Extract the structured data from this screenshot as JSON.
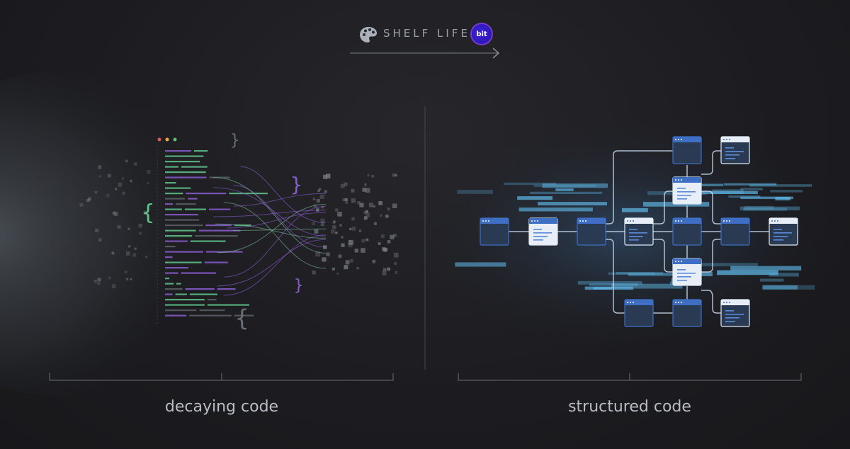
{
  "header": {
    "title": "SHELF LIFE",
    "badge": "bit",
    "icon": "palette-icon"
  },
  "left_panel": {
    "label": "decaying code"
  },
  "right_panel": {
    "label": "structured code"
  },
  "colors": {
    "background": "#1c1c20",
    "code_green": "#5fc48a",
    "code_purple": "#8a5cd0",
    "node_blue": "#3f6fc4",
    "node_light": "#e8eef8",
    "glow": "#5fb8e8"
  }
}
